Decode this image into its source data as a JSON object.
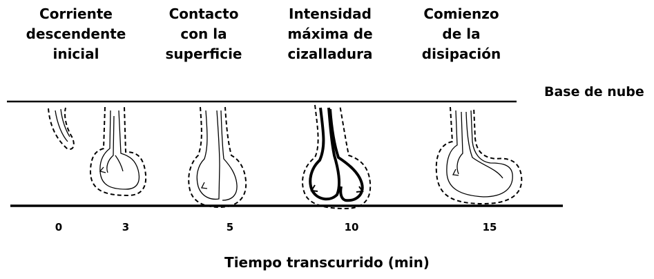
{
  "stages": [
    {
      "lines": [
        "Corriente",
        "descendente",
        "inicial"
      ]
    },
    {
      "lines": [
        "Contacto",
        "con la",
        "superficie"
      ]
    },
    {
      "lines": [
        "Intensidad",
        "máxima de",
        "cizalladura"
      ]
    },
    {
      "lines": [
        "Comienzo",
        "de la",
        "disipación"
      ]
    }
  ],
  "cloud_base_label": "Base de nube",
  "time_ticks": [
    "0",
    "3",
    "5",
    "10",
    "15"
  ],
  "axis_title": "Tiempo transcurrido (min)",
  "colors": {
    "ink": "#000000",
    "background": "#ffffff"
  }
}
